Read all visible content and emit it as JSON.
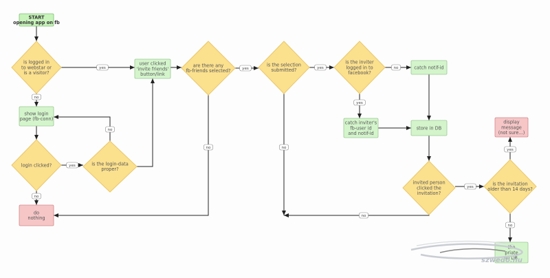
{
  "diagram": {
    "nodes": [
      {
        "id": "start",
        "shape": "rect",
        "color": "#c8f3bb",
        "lines": [
          "START",
          "opening app on fb"
        ],
        "bold": true
      },
      {
        "id": "is_logged_in",
        "shape": "diamond",
        "lines": [
          "is logged in",
          "to webstar or",
          "is a visitor?"
        ]
      },
      {
        "id": "show_login",
        "shape": "rect",
        "color": "#d4f5cc",
        "lines": [
          "show login",
          "page (fb-conn)"
        ]
      },
      {
        "id": "login_clicked",
        "shape": "diamond",
        "lines": [
          "login clicked?"
        ]
      },
      {
        "id": "login_data_proper",
        "shape": "diamond",
        "lines": [
          "is the login-data",
          "proper?"
        ]
      },
      {
        "id": "do_nothing",
        "shape": "rect",
        "color": "#f6c6c7",
        "lines": [
          "do",
          "nothing"
        ]
      },
      {
        "id": "user_clicked",
        "shape": "rect",
        "color": "#d4f5cc",
        "lines": [
          "user clicked",
          "'invite friends'",
          "button/link"
        ]
      },
      {
        "id": "fb_friends_selected",
        "shape": "diamond",
        "lines": [
          "are there any",
          "fb-friends selected?"
        ]
      },
      {
        "id": "selection_submitted",
        "shape": "diamond",
        "lines": [
          "is the selection",
          "submitted?"
        ]
      },
      {
        "id": "inviter_logged_in",
        "shape": "diamond",
        "lines": [
          "is the inviter",
          "logged in to",
          "facebook?"
        ]
      },
      {
        "id": "catch_notif",
        "shape": "rect",
        "color": "#d4f5cc",
        "lines": [
          "catch notif-id"
        ]
      },
      {
        "id": "catch_inviter",
        "shape": "rect",
        "color": "#d4f5cc",
        "lines": [
          "catch inviter's",
          "fb-user id",
          "and notif-id"
        ]
      },
      {
        "id": "store_db",
        "shape": "rect",
        "color": "#d4f5cc",
        "lines": [
          "store in DB"
        ]
      },
      {
        "id": "invited_clicked",
        "shape": "diamond",
        "lines": [
          "invited person",
          "clicked the",
          "invitation?"
        ]
      },
      {
        "id": "older_14",
        "shape": "diamond",
        "lines": [
          "is the invitation",
          "older than 14 days?"
        ]
      },
      {
        "id": "display_message",
        "shape": "rect",
        "color": "#f6c6c7",
        "lines": [
          "display",
          "message",
          "(not sure...)"
        ]
      },
      {
        "id": "update_db",
        "shape": "rect",
        "color": "#d4f5cc",
        "lines": [
          "the",
          "priate",
          "in DB"
        ]
      }
    ],
    "edges": [
      {
        "from": "start",
        "to": "is_logged_in",
        "label": ""
      },
      {
        "from": "is_logged_in",
        "to": "user_clicked",
        "label": "yes"
      },
      {
        "from": "is_logged_in",
        "to": "show_login",
        "label": "no"
      },
      {
        "from": "show_login",
        "to": "login_clicked",
        "label": ""
      },
      {
        "from": "login_clicked",
        "to": "login_data_proper",
        "label": "yes"
      },
      {
        "from": "login_clicked",
        "to": "do_nothing",
        "label": "no"
      },
      {
        "from": "login_data_proper",
        "to": "show_login",
        "label": "no"
      },
      {
        "from": "login_data_proper",
        "to": "user_clicked",
        "label": ""
      },
      {
        "from": "user_clicked",
        "to": "fb_friends_selected",
        "label": ""
      },
      {
        "from": "fb_friends_selected",
        "to": "selection_submitted",
        "label": "yes"
      },
      {
        "from": "fb_friends_selected",
        "to": "do_nothing",
        "label": "no"
      },
      {
        "from": "selection_submitted",
        "to": "inviter_logged_in",
        "label": "yes"
      },
      {
        "from": "selection_submitted",
        "to": "do_nothing",
        "label": "no"
      },
      {
        "from": "inviter_logged_in",
        "to": "catch_notif",
        "label": "no"
      },
      {
        "from": "inviter_logged_in",
        "to": "catch_inviter",
        "label": "yes"
      },
      {
        "from": "catch_notif",
        "to": "store_db",
        "label": ""
      },
      {
        "from": "catch_inviter",
        "to": "store_db",
        "label": ""
      },
      {
        "from": "store_db",
        "to": "invited_clicked",
        "label": ""
      },
      {
        "from": "invited_clicked",
        "to": "older_14",
        "label": "yes"
      },
      {
        "from": "invited_clicked",
        "to": "do_nothing",
        "label": "no"
      },
      {
        "from": "older_14",
        "to": "display_message",
        "label": "yes"
      },
      {
        "from": "older_14",
        "to": "update_db",
        "label": "no"
      }
    ]
  },
  "watermark": "szwedo.hu"
}
